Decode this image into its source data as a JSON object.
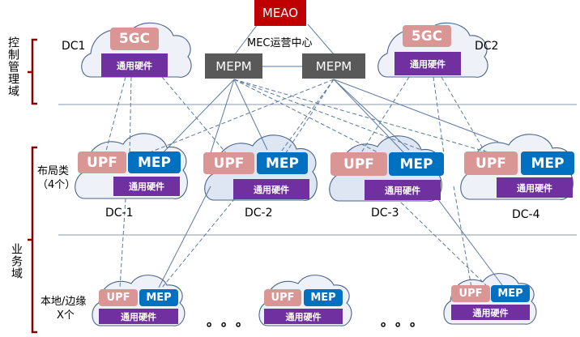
{
  "title": "MEC deployment architecture",
  "colors": {
    "meao": "#c00000",
    "mepm": "#595959",
    "upf": "#d99694",
    "mep": "#0070c0",
    "hardware": "#7030a0",
    "bracket": "#8b0000",
    "link": "#5a7aa0",
    "divider": "#8c9aa8"
  },
  "domains": {
    "control": "控制管理域",
    "service": "业务域"
  },
  "operations_center": {
    "meao": "MEAO",
    "label": "MEC运营中心",
    "mepm_left": "MEPM",
    "mepm_right": "MEPM"
  },
  "core_dcs": [
    {
      "name": "DC1",
      "function": "5GC",
      "hardware": "通用硬件"
    },
    {
      "name": "DC2",
      "function": "5GC",
      "hardware": "通用硬件"
    }
  ],
  "regional": {
    "label": "布局类",
    "count": "（4个）",
    "dcs": [
      {
        "name": "DC-1",
        "upf": "UPF",
        "mep": "MEP",
        "hardware": "通用硬件"
      },
      {
        "name": "DC-2",
        "upf": "UPF",
        "mep": "MEP",
        "hardware": "通用硬件"
      },
      {
        "name": "DC-3",
        "upf": "UPF",
        "mep": "MEP",
        "hardware": "通用硬件"
      },
      {
        "name": "DC-4",
        "upf": "UPF",
        "mep": "MEP",
        "hardware": "通用硬件"
      }
    ]
  },
  "edge": {
    "label": "本地/边缘",
    "count": "X个",
    "nodes": [
      {
        "upf": "UPF",
        "mep": "MEP",
        "hardware": "通用硬件"
      },
      {
        "upf": "UPF",
        "mep": "MEP",
        "hardware": "通用硬件"
      },
      {
        "upf": "UPF",
        "mep": "MEP",
        "hardware": "通用硬件"
      }
    ],
    "ellipsis": "。。。"
  }
}
